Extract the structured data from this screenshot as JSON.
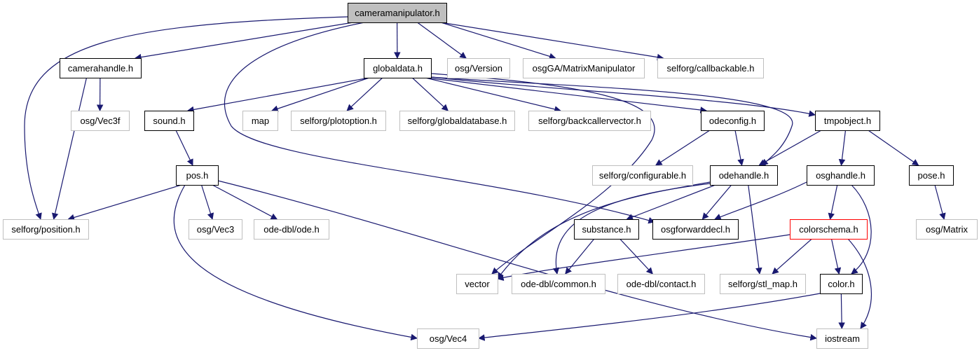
{
  "graph": {
    "colors": {
      "edge": "#191970",
      "arrowhead": "#191970",
      "root_fill": "#bfbfbf",
      "documented_border": "#000000",
      "undocumented_border": "#bfbfbf",
      "highlight_border": "#ff0000",
      "text": "#000000",
      "background": "#ffffff"
    },
    "nodes": [
      {
        "id": "cameramanipulator",
        "label": "cameramanipulator.h",
        "kind": "root"
      },
      {
        "id": "camerahandle",
        "label": "camerahandle.h",
        "kind": "documented"
      },
      {
        "id": "globaldata",
        "label": "globaldata.h",
        "kind": "documented"
      },
      {
        "id": "osgVersion",
        "label": "osg/Version",
        "kind": "external"
      },
      {
        "id": "osgGAMatrixManipulator",
        "label": "osgGA/MatrixManipulator",
        "kind": "external"
      },
      {
        "id": "callbackable",
        "label": "selforg/callbackable.h",
        "kind": "external"
      },
      {
        "id": "vec3f",
        "label": "osg/Vec3f",
        "kind": "external"
      },
      {
        "id": "sound",
        "label": "sound.h",
        "kind": "documented"
      },
      {
        "id": "map",
        "label": "map",
        "kind": "external"
      },
      {
        "id": "plotoption",
        "label": "selforg/plotoption.h",
        "kind": "external"
      },
      {
        "id": "globaldatabase",
        "label": "selforg/globaldatabase.h",
        "kind": "external"
      },
      {
        "id": "backcallervector",
        "label": "selforg/backcallervector.h",
        "kind": "external"
      },
      {
        "id": "odeconfig",
        "label": "odeconfig.h",
        "kind": "documented"
      },
      {
        "id": "tmpobject",
        "label": "tmpobject.h",
        "kind": "documented"
      },
      {
        "id": "pos",
        "label": "pos.h",
        "kind": "documented"
      },
      {
        "id": "configurable",
        "label": "selforg/configurable.h",
        "kind": "external"
      },
      {
        "id": "odehandle",
        "label": "odehandle.h",
        "kind": "documented"
      },
      {
        "id": "osghandle",
        "label": "osghandle.h",
        "kind": "documented"
      },
      {
        "id": "pose",
        "label": "pose.h",
        "kind": "documented"
      },
      {
        "id": "position",
        "label": "selforg/position.h",
        "kind": "external"
      },
      {
        "id": "vec3",
        "label": "osg/Vec3",
        "kind": "external"
      },
      {
        "id": "odedbl_ode",
        "label": "ode-dbl/ode.h",
        "kind": "external"
      },
      {
        "id": "substance",
        "label": "substance.h",
        "kind": "documented"
      },
      {
        "id": "osgforwarddecl",
        "label": "osgforwarddecl.h",
        "kind": "documented"
      },
      {
        "id": "colorschema",
        "label": "colorschema.h",
        "kind": "highlight"
      },
      {
        "id": "osgMatrix",
        "label": "osg/Matrix",
        "kind": "external"
      },
      {
        "id": "vector",
        "label": "vector",
        "kind": "external"
      },
      {
        "id": "common",
        "label": "ode-dbl/common.h",
        "kind": "external"
      },
      {
        "id": "contact",
        "label": "ode-dbl/contact.h",
        "kind": "external"
      },
      {
        "id": "stlmap",
        "label": "selforg/stl_map.h",
        "kind": "external"
      },
      {
        "id": "color",
        "label": "color.h",
        "kind": "documented"
      },
      {
        "id": "vec4",
        "label": "osg/Vec4",
        "kind": "external"
      },
      {
        "id": "iostream",
        "label": "iostream",
        "kind": "external"
      }
    ],
    "edges": [
      {
        "from": "cameramanipulator",
        "to": "camerahandle"
      },
      {
        "from": "cameramanipulator",
        "to": "globaldata"
      },
      {
        "from": "cameramanipulator",
        "to": "osgVersion"
      },
      {
        "from": "cameramanipulator",
        "to": "osgGAMatrixManipulator"
      },
      {
        "from": "cameramanipulator",
        "to": "callbackable"
      },
      {
        "from": "cameramanipulator",
        "to": "position"
      },
      {
        "from": "cameramanipulator",
        "to": "osgforwarddecl"
      },
      {
        "from": "camerahandle",
        "to": "vec3f"
      },
      {
        "from": "camerahandle",
        "to": "position"
      },
      {
        "from": "globaldata",
        "to": "sound"
      },
      {
        "from": "globaldata",
        "to": "map"
      },
      {
        "from": "globaldata",
        "to": "plotoption"
      },
      {
        "from": "globaldata",
        "to": "globaldatabase"
      },
      {
        "from": "globaldata",
        "to": "backcallervector"
      },
      {
        "from": "globaldata",
        "to": "odeconfig"
      },
      {
        "from": "globaldata",
        "to": "tmpobject"
      },
      {
        "from": "globaldata",
        "to": "odehandle"
      },
      {
        "from": "globaldata",
        "to": "vector"
      },
      {
        "from": "sound",
        "to": "pos"
      },
      {
        "from": "pos",
        "to": "position"
      },
      {
        "from": "pos",
        "to": "vec3"
      },
      {
        "from": "pos",
        "to": "odedbl_ode"
      },
      {
        "from": "pos",
        "to": "vec4"
      },
      {
        "from": "pos",
        "to": "iostream"
      },
      {
        "from": "odeconfig",
        "to": "configurable"
      },
      {
        "from": "odeconfig",
        "to": "odehandle"
      },
      {
        "from": "tmpobject",
        "to": "odehandle"
      },
      {
        "from": "tmpobject",
        "to": "osghandle"
      },
      {
        "from": "tmpobject",
        "to": "pose"
      },
      {
        "from": "odehandle",
        "to": "substance"
      },
      {
        "from": "odehandle",
        "to": "osgforwarddecl"
      },
      {
        "from": "odehandle",
        "to": "vector"
      },
      {
        "from": "odehandle",
        "to": "common"
      },
      {
        "from": "odehandle",
        "to": "stlmap"
      },
      {
        "from": "osghandle",
        "to": "osgforwarddecl"
      },
      {
        "from": "osghandle",
        "to": "colorschema"
      },
      {
        "from": "osghandle",
        "to": "color"
      },
      {
        "from": "pose",
        "to": "osgMatrix"
      },
      {
        "from": "substance",
        "to": "common"
      },
      {
        "from": "substance",
        "to": "contact"
      },
      {
        "from": "colorschema",
        "to": "vector"
      },
      {
        "from": "colorschema",
        "to": "stlmap"
      },
      {
        "from": "colorschema",
        "to": "color"
      },
      {
        "from": "colorschema",
        "to": "iostream"
      },
      {
        "from": "color",
        "to": "vec4"
      },
      {
        "from": "color",
        "to": "iostream"
      }
    ]
  }
}
